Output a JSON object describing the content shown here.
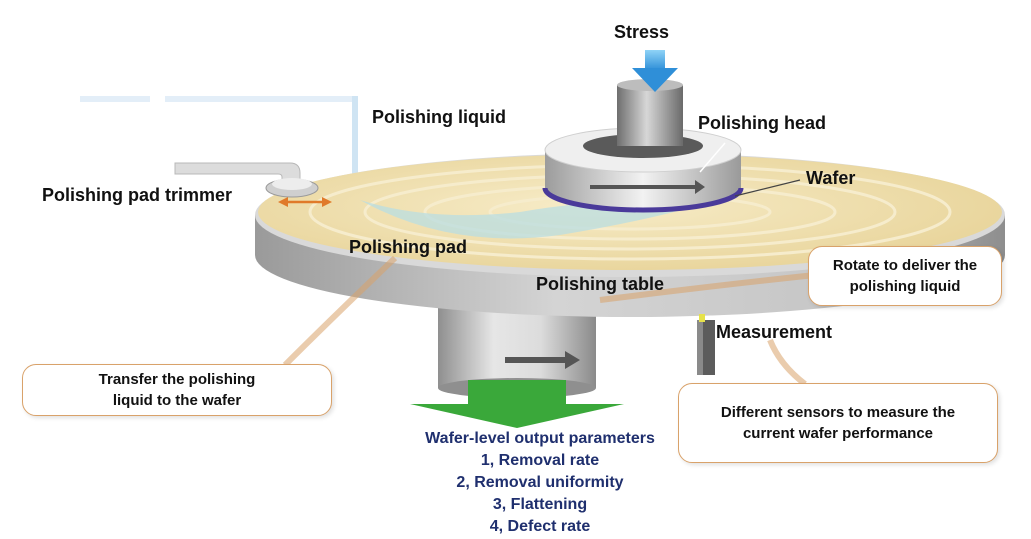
{
  "labels": {
    "stress": "Stress",
    "polishing_liquid": "Polishing liquid",
    "polishing_head": "Polishing head",
    "wafer": "Wafer",
    "polishing_pad_trimmer": "Polishing pad trimmer",
    "polishing_pad": "Polishing pad",
    "polishing_table": "Polishing table",
    "measurement": "Measurement"
  },
  "callouts": {
    "rotate_line1": "Rotate to deliver the",
    "rotate_line2": "polishing liquid",
    "transfer_line1": "Transfer the polishing",
    "transfer_line2": "liquid to the wafer",
    "sensors_line1": "Different sensors to measure the",
    "sensors_line2": "current wafer performance"
  },
  "output": {
    "title": "Wafer-level output parameters",
    "items": [
      "1, Removal rate",
      "2, Removal uniformity",
      "3, Flattening",
      "4, Defect rate"
    ]
  },
  "colors": {
    "output_text": "#1f2f6e",
    "output_arrow": "#3aa83a",
    "stress_arrow": "#3fa9e6",
    "callout_border": "#d9a26a",
    "wafer_ring": "#4a3a9a",
    "trimmer_arrow": "#e07a2a"
  }
}
